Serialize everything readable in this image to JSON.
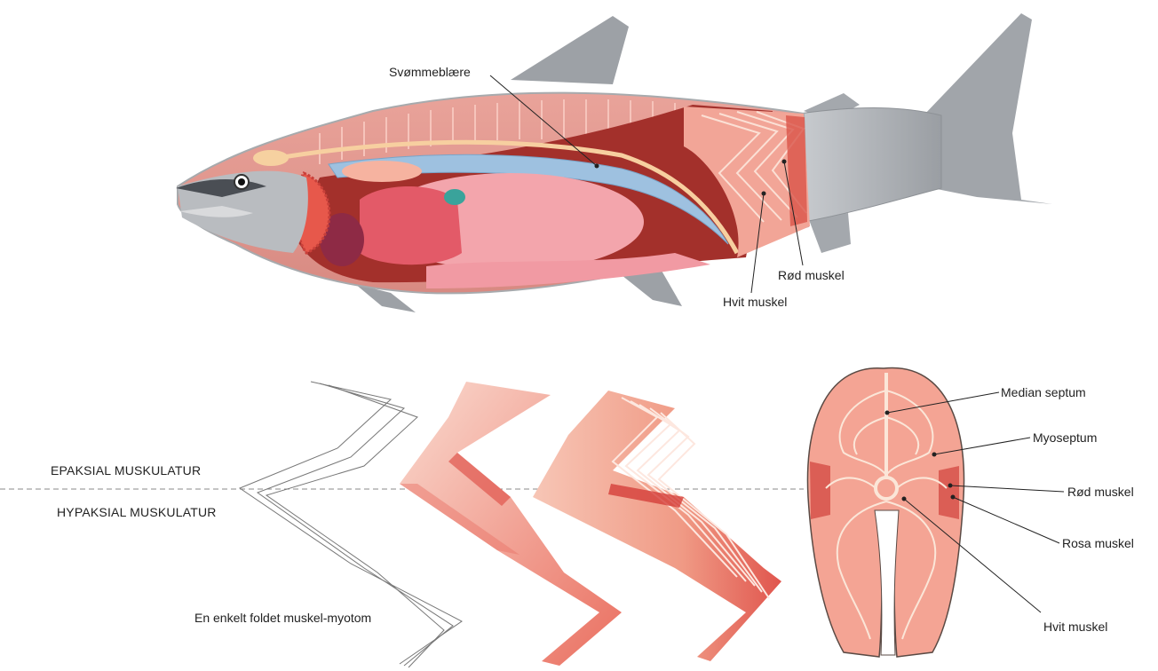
{
  "fish_labels": {
    "swim_bladder": "Svømmeblære",
    "red_muscle": "Rød muskel",
    "white_muscle": "Hvit muskel"
  },
  "regions": {
    "epaxial": "EPAKSIAL MUSKULATUR",
    "hypaxial": "HYPAKSIAL MUSKULATUR"
  },
  "myotome_caption": "En enkelt foldet muskel-myotom",
  "cross_section_labels": {
    "median_septum": "Median septum",
    "myoseptum": "Myoseptum",
    "red_muscle": "Rød muskel",
    "pink_muscle": "Rosa muskel",
    "white_muscle": "Hvit muskel"
  },
  "colors": {
    "flesh": "#f2a090",
    "flesh_dark": "#d9534f",
    "cavity": "#a8302c",
    "fin": "#9fa3a8",
    "swim_bladder": "#9ec1e0",
    "septum": "#fbe6d8"
  }
}
